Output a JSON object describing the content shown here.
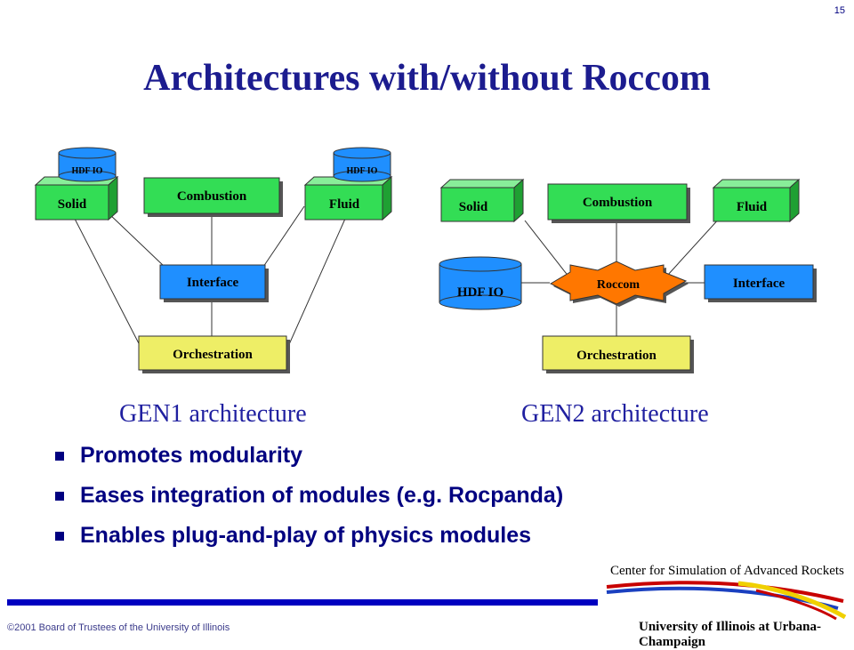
{
  "slide": {
    "number": "15",
    "title": "Architectures with/without Roccom"
  },
  "gen1": {
    "caption": "GEN1 architecture",
    "modules": {
      "solid": "Solid",
      "combustion": "Combustion",
      "fluid": "Fluid",
      "interface": "Interface",
      "orchestration": "Orchestration",
      "hdf_solid": "HDF IO",
      "hdf_fluid": "HDF IO"
    }
  },
  "gen2": {
    "caption": "GEN2 architecture",
    "modules": {
      "solid": "Solid",
      "combustion": "Combustion",
      "fluid": "Fluid",
      "hdf": "HDF IO",
      "roccom": "Roccom",
      "interface": "Interface",
      "orchestration": "Orchestration"
    }
  },
  "bullets": [
    "Promotes modularity",
    "Eases integration of modules (e.g. Rocpanda)",
    "Enables plug-and-play of physics modules"
  ],
  "footer": {
    "copyright": "©2001 Board of Trustees of the University of Illinois",
    "center": "Center for Simulation of Advanced Rockets",
    "university": "University of Illinois at Urbana-Champaign"
  },
  "colors": {
    "title": "#1c1c8f",
    "green_box": "#33dd55",
    "blue_box": "#1f8fff",
    "yellow_box": "#eeee66",
    "roccom": "#ff7700",
    "footer_bar": "#0000c0"
  }
}
